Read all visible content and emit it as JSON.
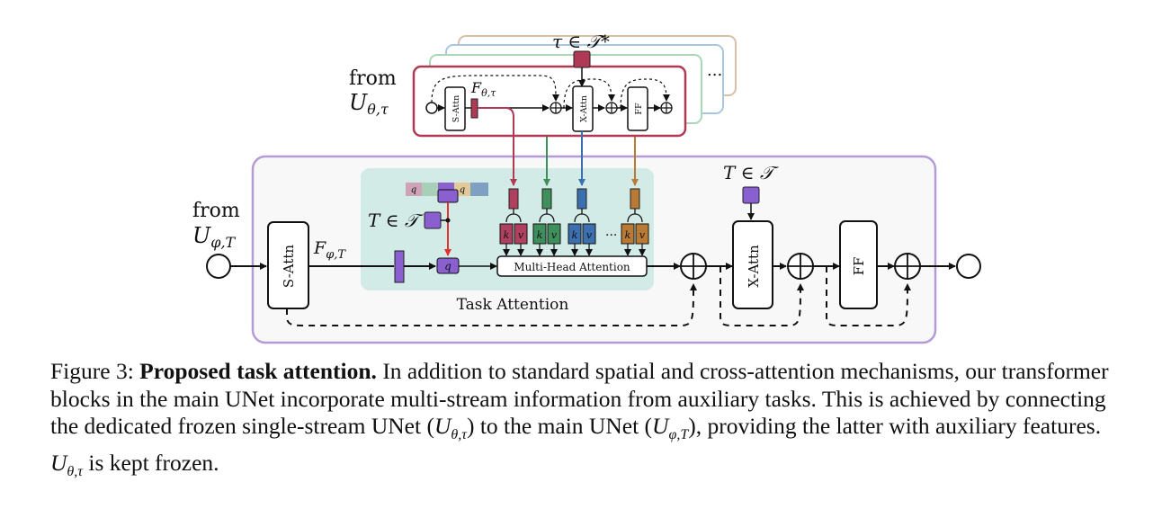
{
  "diagram": {
    "top_label_tau": "τ ∈ 𝒯*",
    "from_top_1": "from",
    "from_top_2": "U",
    "from_top_sub": "θ,τ",
    "top_s_attn": "S-Attn",
    "top_x_attn": "X-Attn",
    "top_ff": "FF",
    "top_feature": "F",
    "top_feature_sub": "θ,τ",
    "top_more": "...",
    "from_main_1": "from",
    "from_main_2": "U",
    "from_main_sub": "φ,T",
    "main_s_attn": "S-Attn",
    "main_feature": "F",
    "main_feature_sub": "φ,T",
    "task_T_label": "T ∈ 𝒯",
    "query_letter": "q",
    "q_stack_letters": [
      "q",
      "q"
    ],
    "kv_pairs": [
      {
        "k": "k",
        "v": "v",
        "color": "#b04060"
      },
      {
        "k": "k",
        "v": "v",
        "color": "#3f8f5c"
      },
      {
        "k": "k",
        "v": "v",
        "color": "#3c6fb0"
      },
      {
        "k": "k",
        "v": "v",
        "color": "#b87a35"
      }
    ],
    "kv_more": "···",
    "mha_label": "Multi-Head Attention",
    "task_attention_label": "Task Attention",
    "xattn_T_label": "T ∈ 𝒯",
    "main_x_attn": "X-Attn",
    "main_ff": "FF",
    "colors": {
      "purple_border": "#b59bd6",
      "teal_bg": "#d2ebe7",
      "crimson": "#b03a55",
      "task_purple": "#8a5fd0",
      "red_arrow": "#e03030"
    }
  },
  "caption": {
    "figure_label": "Figure 3:",
    "bold_title": "Proposed task attention.",
    "t1": " In addition to standard spatial and cross-attention mechanisms, our transformer blocks in the main UNet incorporate multi-stream information from auxiliary tasks. This is achieved by connecting the dedicated frozen single-stream UNet (",
    "m1": "U",
    "m1_sub": "θ,τ",
    "t2": ") to the main UNet (",
    "m2": "U",
    "m2_sub": "φ,T",
    "t3": "), providing the latter with auxiliary features. ",
    "m3": "U",
    "m3_sub": "θ,τ",
    "t4": " is kept frozen."
  }
}
